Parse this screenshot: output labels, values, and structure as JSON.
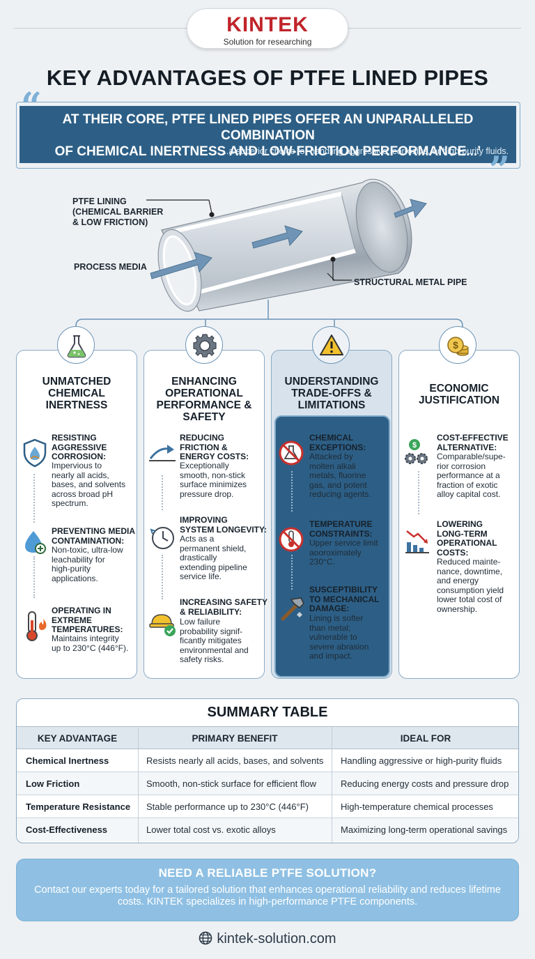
{
  "brand": {
    "name": "KINTEK",
    "tagline": "Solution for researching"
  },
  "title": "KEY ADVANTAGES OF PTFE LINED PIPES",
  "quote": {
    "main_line1": "AT THEIR CORE, PTFE LINED PIPES OFFER AN UNPARALLELED COMBINATION",
    "main_line2": "OF CHEMICAL INERTNESS AND LOW-FRICTION PERFORMANCE...’",
    "sub": "...a superior choice for handling aggressive, corrosive, or high-purity fluids."
  },
  "diagram": {
    "label_lining": [
      "PTFE LINING",
      "(CHEMICAL BARRIER",
      "& LOW FRICTION)"
    ],
    "label_media": "PROCESS MEDIA",
    "label_pipe": "STRUCTURAL METAL PIPE"
  },
  "cards": [
    {
      "title": [
        "UNMATCHED",
        "CHEMICAL",
        "INERTNESS"
      ],
      "icon": "flask-icon",
      "items": [
        {
          "title": [
            "RESISTING",
            "AGGRESSIVE",
            "CORROSION:"
          ],
          "text": [
            "Impervious to",
            "nearly all acids,",
            "bases, and solvents",
            "across broad pH",
            "spectrum."
          ],
          "icon": "shield-drop-icon"
        },
        {
          "title": [
            "PREVENTING MEDIA",
            "CONTAMINATION:"
          ],
          "text": [
            "Non-toxic, ultra-low",
            "leachability for",
            "high-purity",
            "applications."
          ],
          "icon": "drop-plus-icon"
        },
        {
          "title": [
            "OPERATING IN",
            "EXTREME",
            "TEMPERATURES:"
          ],
          "text": [
            "Maintains integrity",
            "up to 230°C (446°F)."
          ],
          "icon": "thermometer-flame-icon"
        }
      ]
    },
    {
      "title": [
        "ENHANCING",
        "OPERATIONAL",
        "PERFORMANCE &",
        "SAFETY"
      ],
      "icon": "gear-icon",
      "items": [
        {
          "title": [
            "REDUCING",
            "FRICTION &",
            "ENERGY COSTS:"
          ],
          "text": [
            "Exceptionally",
            "smooth, non-stick",
            "surface minimizes",
            "pressure drop."
          ],
          "icon": "curved-arrow-icon"
        },
        {
          "title": [
            "IMPROVING",
            "SYSTEM LONGEVITY:"
          ],
          "text": [
            "Acts as a",
            "permanent shield,",
            "drastically",
            "extending pipeline",
            "service life."
          ],
          "icon": "clock-icon"
        },
        {
          "title": [
            "INCREASING SAFETY",
            "& RELIABILITY:"
          ],
          "text": [
            "Low failure",
            "probability signif-",
            "ficantly mitigates",
            "environmental and",
            "safety risks."
          ],
          "icon": "hardhat-check-icon"
        }
      ]
    },
    {
      "title": [
        "UNDERSTANDING",
        "TRADE-OFFS &",
        "LIMITATIONS"
      ],
      "icon": "warning-icon",
      "items": [
        {
          "title": [
            "CHEMICAL",
            "EXCEPTIONS:"
          ],
          "text": [
            "Attacked by",
            "molten alkali",
            "metals, fluorine",
            "gas, and potent",
            "reducing agents."
          ],
          "icon": "no-flask-icon"
        },
        {
          "title": [
            "TEMPERATURE",
            "CONSTRAINTS:"
          ],
          "text": [
            "Upper service limit",
            "aooroximately",
            "230°C."
          ],
          "icon": "no-thermometer-icon"
        },
        {
          "title": [
            "SUSCEPTIBILITY",
            "TO MECHANICAL",
            "DAMAGE:"
          ],
          "text": [
            "Lining is softer",
            "than metal;",
            "vulnerable to",
            "severe abrasion",
            "and impact."
          ],
          "icon": "hammer-icon"
        }
      ]
    },
    {
      "title": [
        "ECONOMIC",
        "JUSTIFICATION"
      ],
      "icon": "coins-icon",
      "items": [
        {
          "title": [
            "COST-EFFECTIVE",
            "ALTERNATIVE:"
          ],
          "text": [
            "Comparable/supe-",
            "rior corrosion",
            "performance at a",
            "fraction of exotic",
            "alloy capital cost."
          ],
          "icon": "dollar-gears-icon"
        },
        {
          "title": [
            "LOWERING",
            "LONG-TERM",
            "OPERATIONAL",
            "COSTS:"
          ],
          "text": [
            "Reduced mainte-",
            "nance, downtime,",
            "and energy",
            "consumption yield",
            "lower total cost of",
            "ownership."
          ],
          "icon": "declining-chart-icon"
        }
      ]
    }
  ],
  "summary": {
    "title": "SUMMARY TABLE",
    "headers": [
      "KEY ADVANTAGE",
      "PRIMARY BENEFIT",
      "IDEAL FOR"
    ],
    "rows": [
      [
        "Chemical Inertness",
        "Resists nearly all acids, bases, and solvents",
        "Handling aggressive or high-purity fluids"
      ],
      [
        "Low Friction",
        "Smooth, non-stick surface for efficient flow",
        "Reducing energy costs and pressure drop"
      ],
      [
        "Temperature Resistance",
        "Stable performance up to 230°C (446°F)",
        "High-temperature chemical processes"
      ],
      [
        "Cost-Effectiveness",
        "Lower total cost vs. exotic alloys",
        "Maximizing long-term operational savings"
      ]
    ]
  },
  "cta": {
    "title": "NEED A RELIABLE PTFE SOLUTION?",
    "text": "Contact our experts today for a tailored solution that enhances operational reliability and reduces lifetime costs. KINTEK specializes in high-performance PTFE components."
  },
  "footer": {
    "url": "kintek-solution.com"
  },
  "colors": {
    "brand_red": "#c0242a",
    "navy": "#2d5f86",
    "light_blue": "#8fc0e3",
    "border_blue": "#8aaac4"
  }
}
